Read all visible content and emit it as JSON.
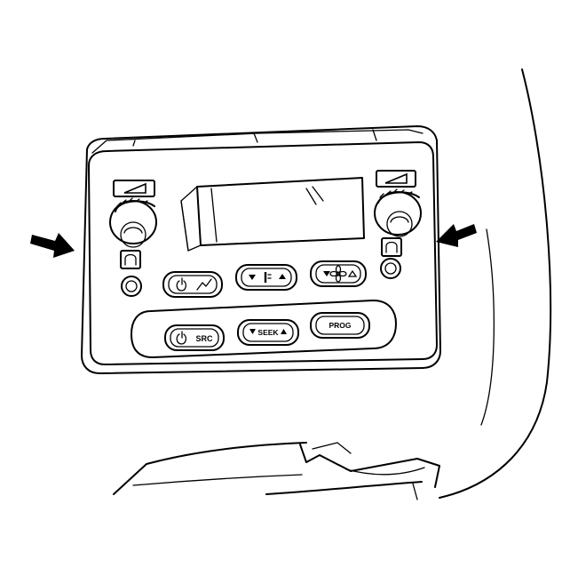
{
  "buttons": {
    "src": "SRC",
    "seek": "SEEK",
    "prog": "PROG"
  },
  "icons": {
    "power": "power-icon",
    "temperature": "thermometer-icon",
    "fan": "fan-icon",
    "volume": "volume-ramp-icon",
    "headphone": "headphone-icon",
    "arrow": "callout-arrow-icon"
  },
  "colors": {
    "line": "#000000",
    "background": "#ffffff"
  }
}
